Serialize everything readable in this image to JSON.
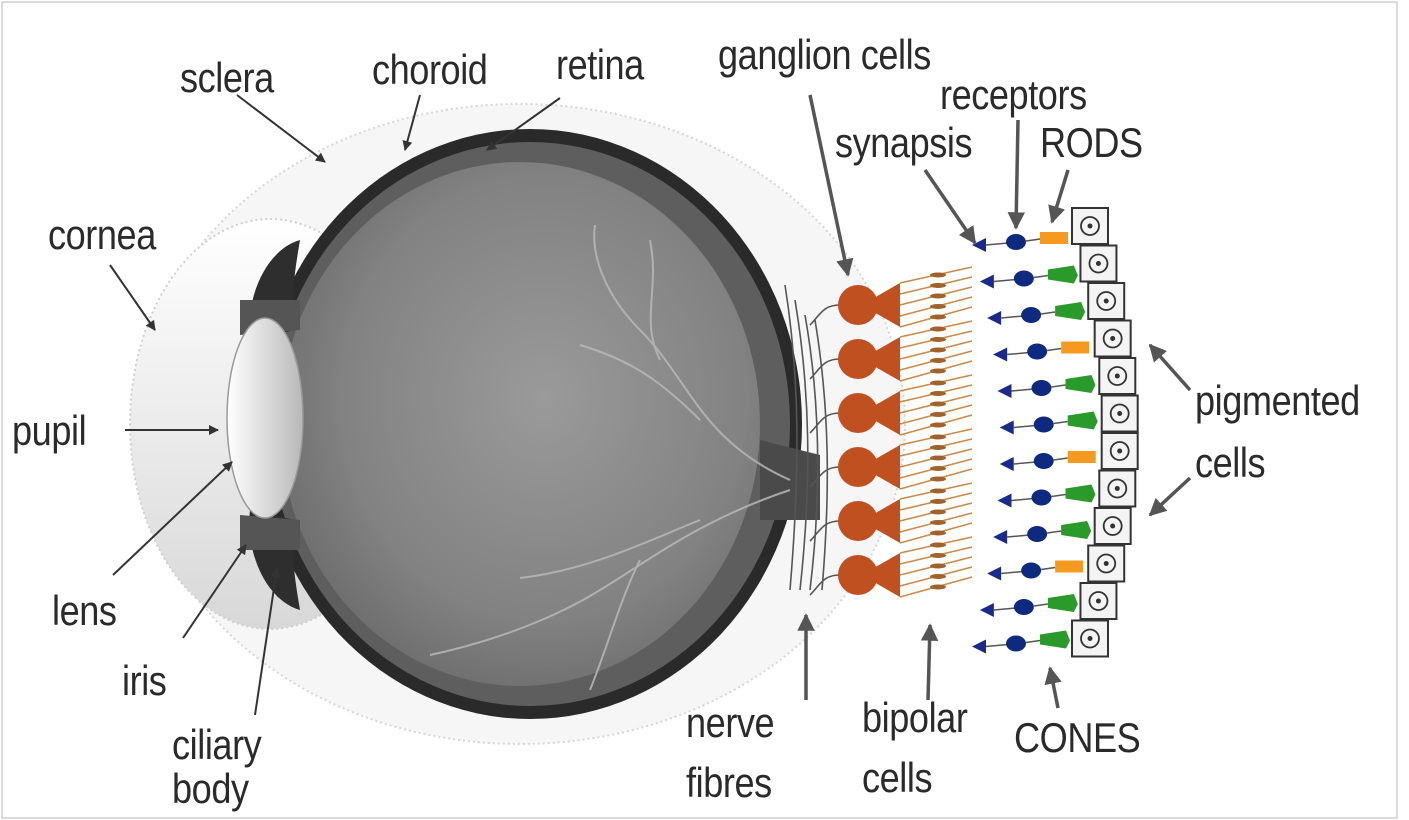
{
  "labels": {
    "sclera": "sclera",
    "choroid": "choroid",
    "retina": "retina",
    "cornea": "cornea",
    "pupil": "pupil",
    "lens": "lens",
    "iris": "iris",
    "ciliary_line1": "ciliary",
    "ciliary_line2": "body",
    "ganglion": "ganglion cells",
    "receptors": "receptors",
    "synapsis": "synapsis",
    "rods": "RODS",
    "pigmented_line1": "pigmented",
    "pigmented_line2": "cells",
    "nerve_line1": "nerve",
    "nerve_line2": "fibres",
    "bipolar_line1": "bipolar",
    "bipolar_line2": "cells",
    "cones": "CONES"
  },
  "colors": {
    "ganglion": "#c0501f",
    "bipolar": "#c98a4a",
    "synapse": "#1a2a8a",
    "receptor_nucleus": "#0d2a80",
    "rod": "#f59a1e",
    "cone": "#2a9a2a",
    "pigment_cell": "#f4f4f4",
    "eyeball": "#7a7a7a",
    "label_text": "#2a2a2a"
  }
}
